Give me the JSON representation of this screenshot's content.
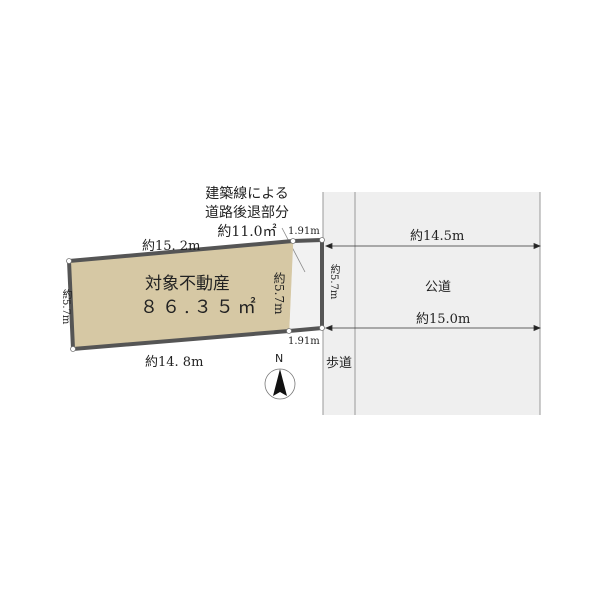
{
  "diagram": {
    "type": "land-plot-survey",
    "colors": {
      "plot_fill": "#d6c8a4",
      "plot_border": "#555555",
      "setback_fill": "#f0f0f0",
      "road_fill": "#efefef",
      "road_line": "#999999",
      "arrow": "#222222"
    },
    "plot": {
      "title": "対象不動産",
      "area": "８６.３５㎡",
      "top_length": "約15. 2m",
      "bottom_length": "約14. 8m",
      "left_length": "約5.7m",
      "setback_line_length": "約5.7m"
    },
    "setback": {
      "label_line1": "建築線による",
      "label_line2": "道路後退部分",
      "area": "約11.0㎡",
      "top_width": "1.91m",
      "bottom_width": "1.91m",
      "road_edge_length": "約5.7m"
    },
    "road": {
      "label": "公道",
      "top_length": "約14.5m",
      "bottom_length": "約15.0m"
    },
    "sidewalk": {
      "label": "歩道"
    },
    "compass": {
      "label": "N"
    }
  }
}
